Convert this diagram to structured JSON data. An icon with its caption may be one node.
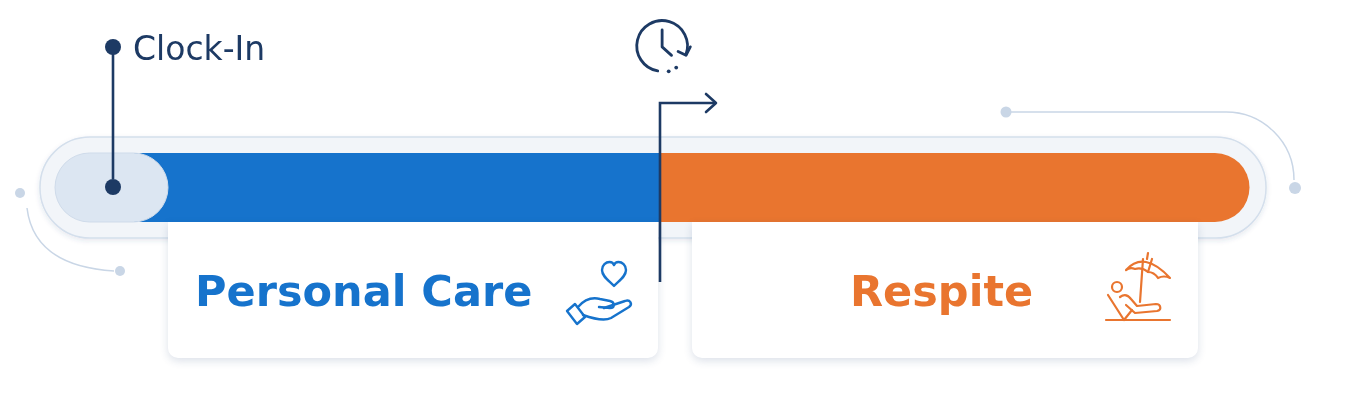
{
  "diagram": {
    "nodes": [
      {
        "text": [
          "Clock-In"
        ]
      },
      {
        "text": [],
        "shape": "circle"
      },
      {
        "text": [
          "Personal Care"
        ]
      },
      {
        "text": [
          "Respite"
        ]
      }
    ],
    "edges": [
      {
        "from": 0,
        "to": 1,
        "arrow": "other"
      },
      {
        "from": 2,
        "to": null,
        "arrow": "to"
      }
    ]
  }
}
